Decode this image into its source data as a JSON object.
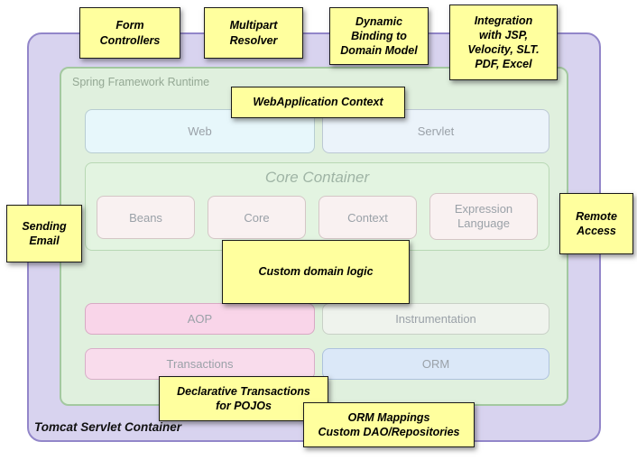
{
  "colors": {
    "outer_bg": "#d8d3ef",
    "runtime_bg": "#e0f0de",
    "note_bg": "#ffff9e",
    "aop_pink": "#f9d5e9",
    "orm_blue": "#dbe8f8"
  },
  "containers": {
    "tomcat": "Tomcat Servlet Container",
    "runtime": "Spring Framework Runtime",
    "core": "Core Container"
  },
  "modules": {
    "web": "Web",
    "servlet": "Servlet",
    "beans": "Beans",
    "core": "Core",
    "context": "Context",
    "expression_language": "Expression\nLanguage",
    "aop": "AOP",
    "instrumentation": "Instrumentation",
    "transactions": "Transactions",
    "orm": "ORM"
  },
  "notes": {
    "form_controllers": "Form\nControllers",
    "multipart_resolver": "Multipart\nResolver",
    "dynamic_binding": "Dynamic\nBinding to\nDomain Model",
    "integration": "Integration\nwith JSP,\nVelocity, SLT.\nPDF, Excel",
    "webapplication_context": "WebApplication Context",
    "sending_email": "Sending\nEmail",
    "remote_access": "Remote\nAccess",
    "custom_domain_logic": "Custom domain logic",
    "declarative_transactions": "Declarative Transactions\nfor POJOs",
    "orm_mappings": "ORM Mappings\nCustom DAO/Repositories"
  }
}
